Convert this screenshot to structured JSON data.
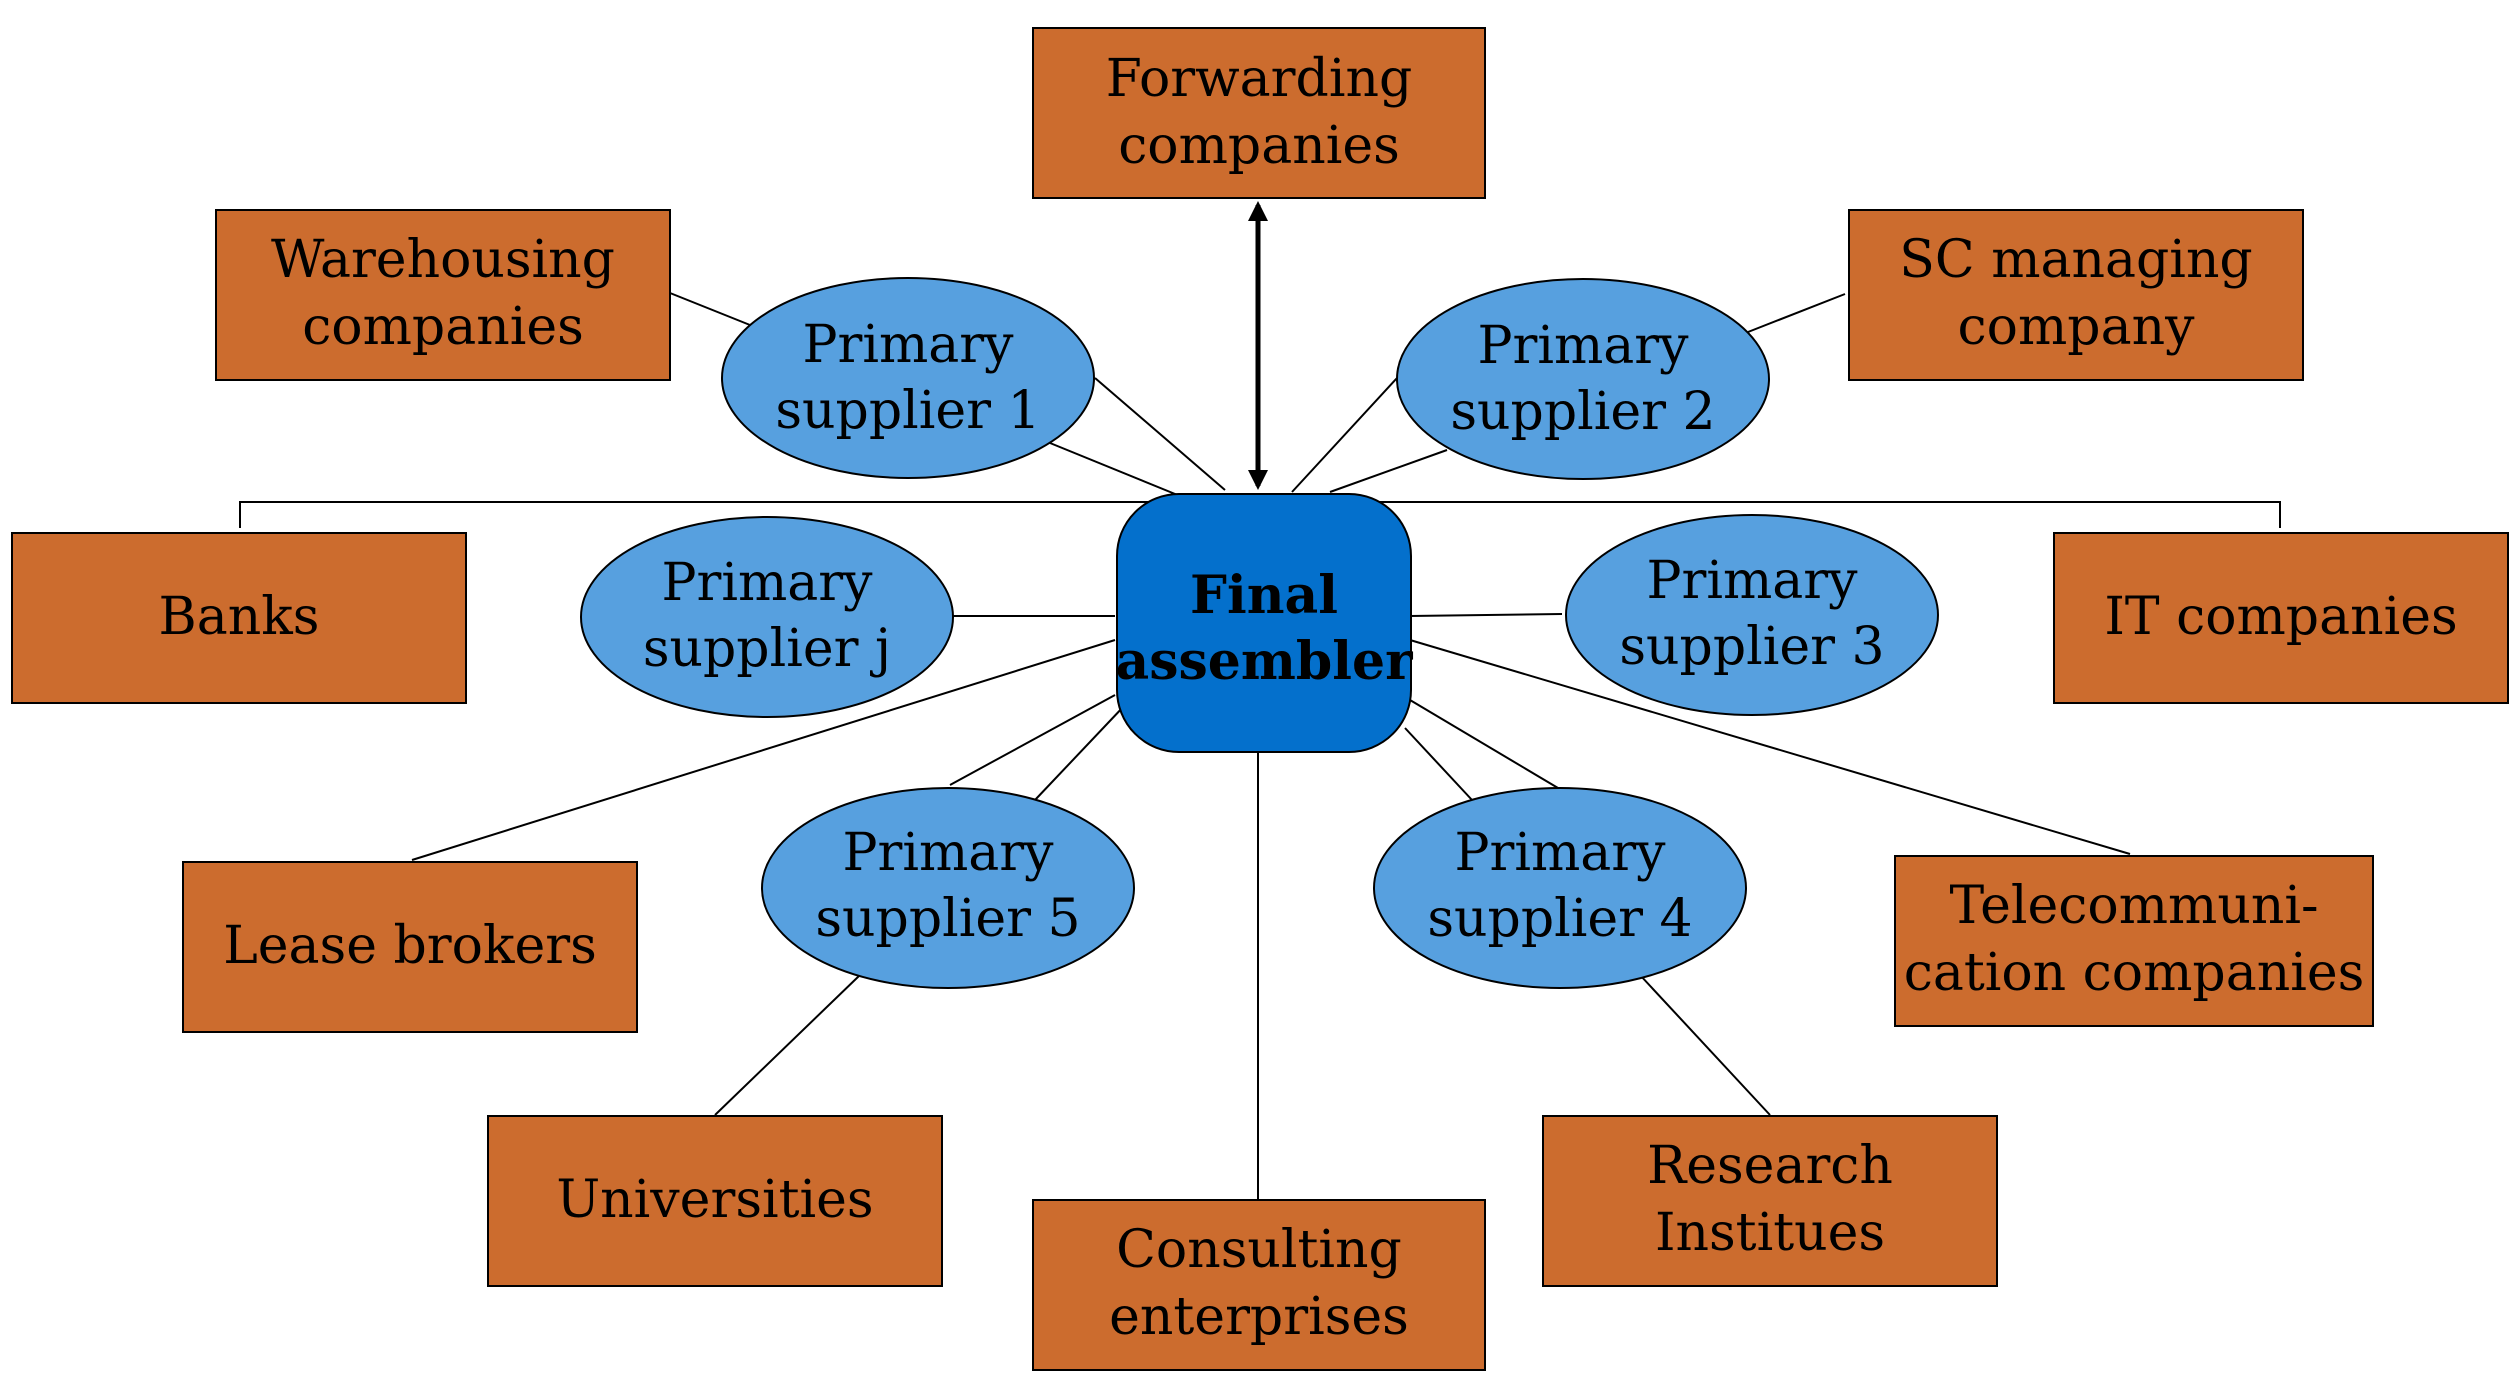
{
  "hub": {
    "lines": [
      "Final",
      "assembler"
    ]
  },
  "suppliers": [
    {
      "id": "supplier-1",
      "lines": [
        "Primary",
        "supplier 1"
      ]
    },
    {
      "id": "supplier-2",
      "lines": [
        "Primary",
        "supplier 2"
      ]
    },
    {
      "id": "supplier-3",
      "lines": [
        "Primary",
        "supplier 3"
      ]
    },
    {
      "id": "supplier-4",
      "lines": [
        "Primary",
        "supplier 4"
      ]
    },
    {
      "id": "supplier-5",
      "lines": [
        "Primary",
        "supplier 5"
      ]
    },
    {
      "id": "supplier-j",
      "lines": [
        "Primary",
        "supplier j"
      ]
    }
  ],
  "partners": [
    {
      "id": "forwarding",
      "lines": [
        "Forwarding",
        "companies"
      ]
    },
    {
      "id": "warehousing",
      "lines": [
        "Warehousing",
        "companies"
      ]
    },
    {
      "id": "sc-managing",
      "lines": [
        "SC managing",
        "company"
      ]
    },
    {
      "id": "banks",
      "lines": [
        "Banks"
      ]
    },
    {
      "id": "it",
      "lines": [
        "IT companies"
      ]
    },
    {
      "id": "lease",
      "lines": [
        "Lease brokers"
      ]
    },
    {
      "id": "telecom",
      "lines": [
        "Telecommuni-",
        "cation companies"
      ]
    },
    {
      "id": "universities",
      "lines": [
        "Universities"
      ]
    },
    {
      "id": "consulting",
      "lines": [
        "Consulting",
        "enterprises"
      ]
    },
    {
      "id": "research",
      "lines": [
        "Research",
        "Institues"
      ]
    }
  ],
  "colors": {
    "partner_box": "#CC6C2E",
    "supplier_ellipse": "#57A0DF",
    "final_assembler": "#0470CC",
    "lines": "#000000"
  }
}
